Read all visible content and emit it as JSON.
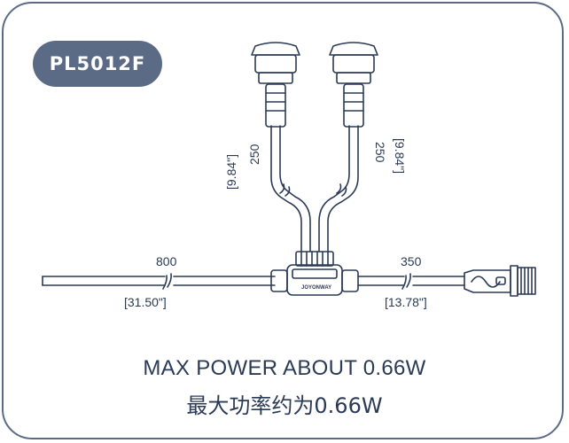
{
  "model": "PL5012F",
  "cables": {
    "left_length": "800",
    "left_length_in": "[31.50\"]",
    "right_length": "350",
    "right_length_in": "[13.78\"]",
    "branch_left_length": "250",
    "branch_left_length_in": "[9.84\"]",
    "branch_right_length": "250",
    "branch_right_length_in": "[9.84\"]"
  },
  "hub_brand": "JOYONWAY",
  "caption": {
    "english": "MAX POWER ABOUT 0.66W",
    "chinese": "最大功率约为0.66W"
  }
}
